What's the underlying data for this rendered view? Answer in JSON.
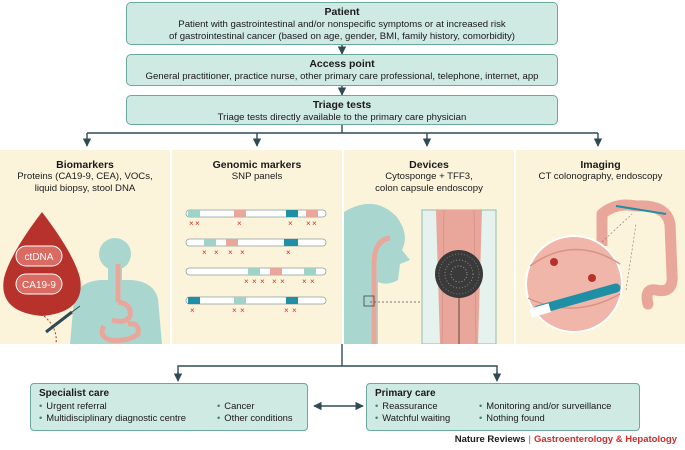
{
  "patient": {
    "title": "Patient",
    "text_line1": "Patient with gastrointestinal and/or nonspecific symptoms or at increased risk",
    "text_line2": "of gastrointestinal cancer (based on age, gender, BMI, family history, comorbidity)"
  },
  "access_point": {
    "title": "Access point",
    "text": "General practitioner, practice nurse, other primary care professional, telephone, internet, app"
  },
  "triage": {
    "title": "Triage tests",
    "text": "Triage tests directly available to the primary care physician"
  },
  "panels": {
    "biomarkers": {
      "title": "Biomarkers",
      "line1": "Proteins (CA19-9, CEA), VOCs,",
      "line2": "liquid biopsy, stool DNA",
      "drop_label1": "ctDNA",
      "drop_label2": "CA19-9"
    },
    "genomic": {
      "title": "Genomic markers",
      "line1": "SNP panels"
    },
    "devices": {
      "title": "Devices",
      "line1": "Cytosponge + TFF3,",
      "line2": "colon capsule endoscopy"
    },
    "imaging": {
      "title": "Imaging",
      "line1": "CT colonography, endoscopy"
    }
  },
  "specialist_care": {
    "title": "Specialist care",
    "col1": [
      "Urgent referral",
      "Multidisciplinary diagnostic centre"
    ],
    "col2": [
      "Cancer",
      "Other conditions"
    ]
  },
  "primary_care": {
    "title": "Primary care",
    "col1": [
      "Reassurance",
      "Watchful waiting"
    ],
    "col2": [
      "Monitoring and/or surveillance",
      "Nothing found"
    ]
  },
  "footer": {
    "publisher": "Nature Reviews",
    "separator": "|",
    "journal": "Gastroenterology & Hepatology"
  },
  "colors": {
    "box_fill": "#cfe9e3",
    "box_border": "#6aa99c",
    "panel_fill": "#fbf3da",
    "body_silhouette": "#a9d7d0",
    "organ": "#e8a79a",
    "blood": "#b8322c",
    "teal_marker": "#1f8fa6",
    "red_x": "#d12c2c",
    "journal_red": "#d12c2c"
  }
}
